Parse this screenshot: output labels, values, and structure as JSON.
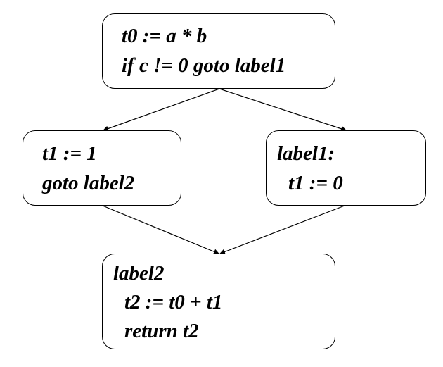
{
  "blocks": {
    "entry": {
      "lines": [
        "t0 := a * b",
        "if c != 0 goto label1"
      ]
    },
    "then_branch": {
      "lines": [
        "t1 := 1",
        "goto label2"
      ]
    },
    "else_branch": {
      "lines": [
        "label1:",
        "t1 := 0"
      ]
    },
    "join": {
      "lines": [
        "label2",
        "t2 := t0 + t1",
        "return t2"
      ]
    }
  },
  "edges": [
    {
      "from": "entry",
      "to": "then_branch"
    },
    {
      "from": "entry",
      "to": "else_branch"
    },
    {
      "from": "then_branch",
      "to": "join"
    },
    {
      "from": "else_branch",
      "to": "join"
    }
  ],
  "colors": {
    "stroke": "#000000",
    "background": "#ffffff"
  }
}
